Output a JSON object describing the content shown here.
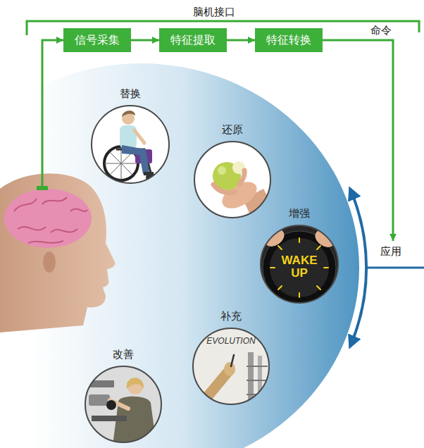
{
  "diagram": {
    "nodes": [
      {
        "text": [
          "信号采集"
        ]
      },
      {
        "text": [
          "特征提取"
        ]
      },
      {
        "text": [
          "特征转换"
        ]
      },
      {
        "text": [
          "替换"
        ]
      },
      {
        "text": [
          "还原"
        ]
      },
      {
        "text": [
          "增强"
        ]
      },
      {
        "text": [
          "补充"
        ]
      },
      {
        "text": [
          "改善"
        ]
      }
    ],
    "edges": [
      {
        "from": 0,
        "to": 1,
        "arrow": "to"
      },
      {
        "from": 1,
        "to": 2,
        "arrow": "to"
      }
    ],
    "labels": [
      "脑机接口",
      "命令",
      "应用",
      "WAKE UP",
      "EVOLUTION"
    ]
  }
}
